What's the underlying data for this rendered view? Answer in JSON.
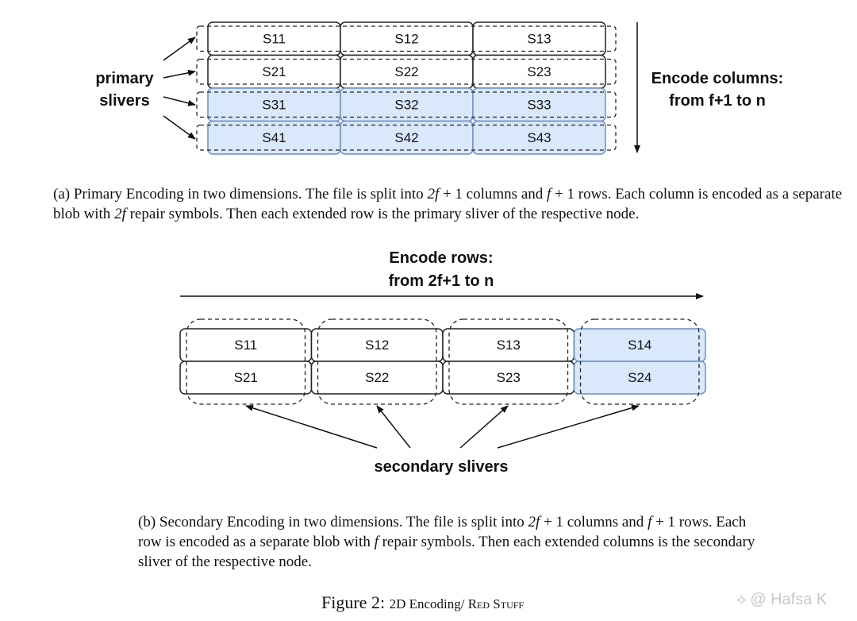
{
  "figure_a": {
    "grid": [
      [
        "S11",
        "S12",
        "S13"
      ],
      [
        "S21",
        "S22",
        "S23"
      ],
      [
        "S31",
        "S32",
        "S33"
      ],
      [
        "S41",
        "S42",
        "S43"
      ]
    ],
    "highlighted_rows": [
      2,
      3
    ],
    "left_label_line1": "primary",
    "left_label_line2": "slivers",
    "right_label_line1": "Encode columns:",
    "right_label_line2": "from f+1 to n",
    "caption_prefix": "(a) Primary Encoding in two dimensions. The file is split into ",
    "caption_2f": "2f",
    "caption_mid1": " + 1 columns and ",
    "caption_f": "f",
    "caption_mid2": " + 1 rows. Each column is encoded as a separate blob with ",
    "caption_2f_b": "2f",
    "caption_suffix": " repair symbols. Then each extended row is the primary sliver of the respective node."
  },
  "figure_b": {
    "grid": [
      [
        "S11",
        "S12",
        "S13",
        "S14"
      ],
      [
        "S21",
        "S22",
        "S23",
        "S24"
      ]
    ],
    "highlighted_columns": [
      3
    ],
    "top_label_line1": "Encode rows:",
    "top_label_line2": "from 2f+1 to n",
    "bottom_label": "secondary slivers",
    "caption_prefix": "(b) Secondary Encoding in two dimensions. The file is split into ",
    "caption_2f": "2f",
    "caption_mid1": " + 1 columns and ",
    "caption_f": "f",
    "caption_mid2": " + 1 rows. Each row is encoded as a separate blob with ",
    "caption_f_b": "f",
    "caption_suffix": " repair symbols. Then each extended columns is the secondary sliver of the respective node."
  },
  "figure_title": {
    "main": "Figure 2: ",
    "sub": "2D Encoding/ ",
    "smallcaps": "Red Stuff"
  },
  "watermark": {
    "text": "@ Hafsa K"
  },
  "colors": {
    "highlight_fill": "#dae8fc",
    "highlight_stroke": "#6c8ebf",
    "stroke": "#222222"
  }
}
